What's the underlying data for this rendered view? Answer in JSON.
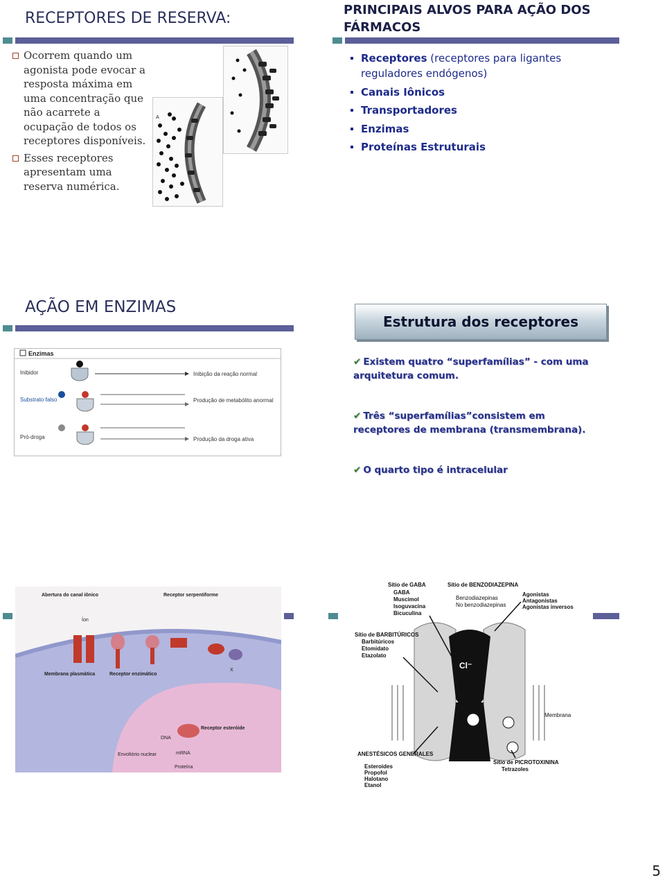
{
  "slide1": {
    "title": "RECEPTORES DE RESERVA:",
    "bullets": [
      "Ocorrem quando um agonista pode evocar a resposta máxima em uma concentração que não acarrete a ocupação de todos os receptores disponíveis.",
      "Esses receptores apresentam uma reserva numérica."
    ],
    "figure_label": "A"
  },
  "slide2": {
    "title": "PRINCIPAIS ALVOS PARA AÇÃO DOS FÁRMACOS",
    "items": [
      {
        "bold": "Receptores",
        "rest": " (receptores para ligantes reguladores endógenos)"
      },
      {
        "bold": "Canais Iônicos",
        "rest": ""
      },
      {
        "bold": "Transportadores",
        "rest": ""
      },
      {
        "bold": "Enzimas",
        "rest": ""
      },
      {
        "bold": "Proteínas Estruturais",
        "rest": ""
      }
    ]
  },
  "slide3": {
    "title": "AÇÃO EM ENZIMAS",
    "figure": {
      "header": "Enzimas",
      "rows": [
        {
          "left": "Inibidor",
          "right": "Inibição da reação normal"
        },
        {
          "left": "Substrato falso",
          "right": "Produção de metabólito anormal"
        },
        {
          "left": "Pró-droga",
          "right": "Produção da droga ativa"
        }
      ]
    }
  },
  "slide4": {
    "box_title": "Estrutura dos receptores",
    "checks": [
      "Existem quatro “superfamílias” - com uma arquitetura comum.",
      "Três “superfamílias”consistem em receptores de membrana (transmembrana).",
      "O quarto tipo é intracelular"
    ]
  },
  "slide5": {
    "figure": {
      "label_ion_channel": "Abertura do canal iônico",
      "label_serpentine": "Receptor serpentiforme",
      "label_membrane": "Membrana plasmática",
      "label_enzymatic": "Receptor enzimático",
      "label_steroid": "Receptor esteróide",
      "label_ion": "Íon",
      "label_dna": "DNA",
      "label_mrna": "mRNA",
      "label_protein": "Proteína",
      "label_nucleus": "Envoltório nuclear",
      "label_x": "X"
    }
  },
  "slide6": {
    "figure": {
      "gaba": "Sítio de GABA",
      "gaba_list": [
        "GABA",
        "Muscimol",
        "Isoguvacina",
        "Bicuculina"
      ],
      "benzo": "Sítio de BENZODIAZEPINA",
      "benzo_list": [
        "Benzodiazepinas",
        "No benzodiazepinas"
      ],
      "benzo_list2": [
        "Agonistas",
        "Antagonistas",
        "Agonistas inversos"
      ],
      "barb": "Sítio de BARBITÚRICOS",
      "barb_list": [
        "Barbitúricos",
        "Etomidato",
        "Etazolato"
      ],
      "cl": "Cl⁻",
      "membrana": "Membrana",
      "anest": "ANESTÉSICOS GENERALES",
      "anest_list": [
        "Esteroides",
        "Propofol",
        "Halotano",
        "Etanol"
      ],
      "picro": "Sítio de PICROTOXININA",
      "picro_list": [
        "Tetrazoles"
      ]
    }
  },
  "page_number": "5",
  "colors": {
    "rule": "#5d5f98",
    "tab": "#4e8c92",
    "title": "#2a2f5a",
    "list_blue": "#1d2b8a"
  }
}
